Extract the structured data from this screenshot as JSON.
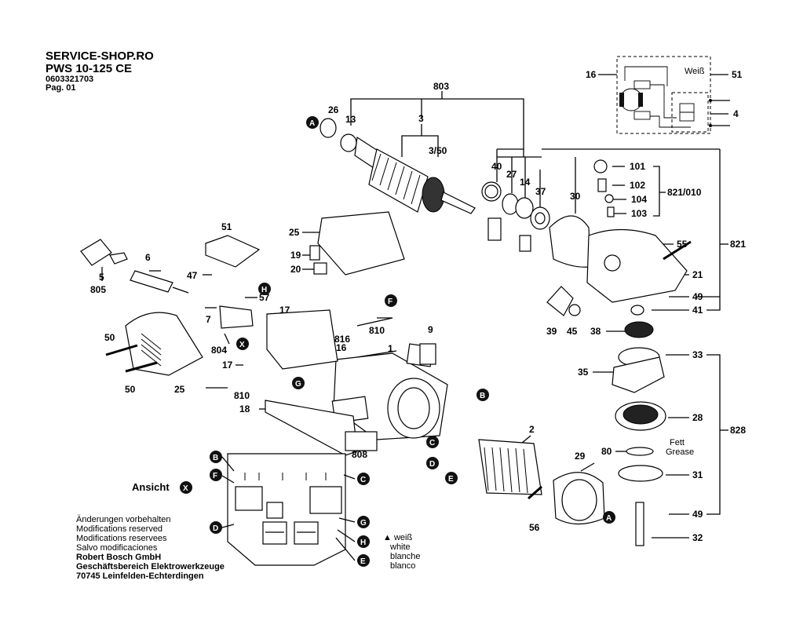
{
  "header": {
    "site": "SERVICE-SHOP.RO",
    "model": "PWS 10-125 CE",
    "code": "0603321703",
    "page": "Pag. 01"
  },
  "labels": {
    "l803": "803",
    "l26": "26",
    "l13": "13",
    "l3": "3",
    "l3_50": "3/50",
    "l40": "40",
    "l27": "27",
    "l14": "14",
    "l37": "37",
    "l30": "30",
    "l101": "101",
    "l102": "102",
    "l104": "104",
    "l103": "103",
    "l821_010": "821/010",
    "l821": "821",
    "l55": "55",
    "l21": "21",
    "l49a": "49",
    "l41": "41",
    "l39": "39",
    "l45": "45",
    "l38": "38",
    "l33": "33",
    "l35": "35",
    "l28": "28",
    "l828": "828",
    "l80": "80",
    "l31": "31",
    "l49b": "49",
    "l32": "32",
    "l29": "29",
    "l2": "2",
    "l56": "56",
    "l16": "16",
    "l51a": "51",
    "l4": "4",
    "l25a": "25",
    "l51b": "51",
    "l19": "19",
    "l20": "20",
    "l6": "6",
    "l5": "5",
    "l805": "805",
    "l47": "47",
    "l57": "57",
    "l7": "7",
    "l17a": "17",
    "l810a": "810",
    "l816": "816",
    "l16b": "16",
    "l9": "9",
    "l1": "1",
    "l804": "804",
    "l17b": "17",
    "l810b": "810",
    "l18": "18",
    "l808": "808",
    "l50a": "50",
    "l50b": "50",
    "l25b": "25"
  },
  "badges": {
    "A": "A",
    "B": "B",
    "C": "C",
    "D": "D",
    "E": "E",
    "F": "F",
    "G": "G",
    "H": "H",
    "X": "X"
  },
  "wiring": {
    "weiss": "Weiß"
  },
  "grease": {
    "fett": "Fett",
    "grease": "Grease"
  },
  "ansicht": {
    "label": "Ansicht"
  },
  "legend_color": {
    "weiss": "▲ weiß",
    "white": "white",
    "blanche": "blanche",
    "blanco": "blanco"
  },
  "footer": {
    "line1": "Änderungen vorbehalten",
    "line2": "Modifications reserved",
    "line3": "Modifications reservees",
    "line4": "Salvo modificaciones",
    "line5": "Robert Bosch GmbH",
    "line6": "Geschäftsbereich Elektrowerkzeuge",
    "line7": "70745 Leinfelden-Echterdingen"
  }
}
